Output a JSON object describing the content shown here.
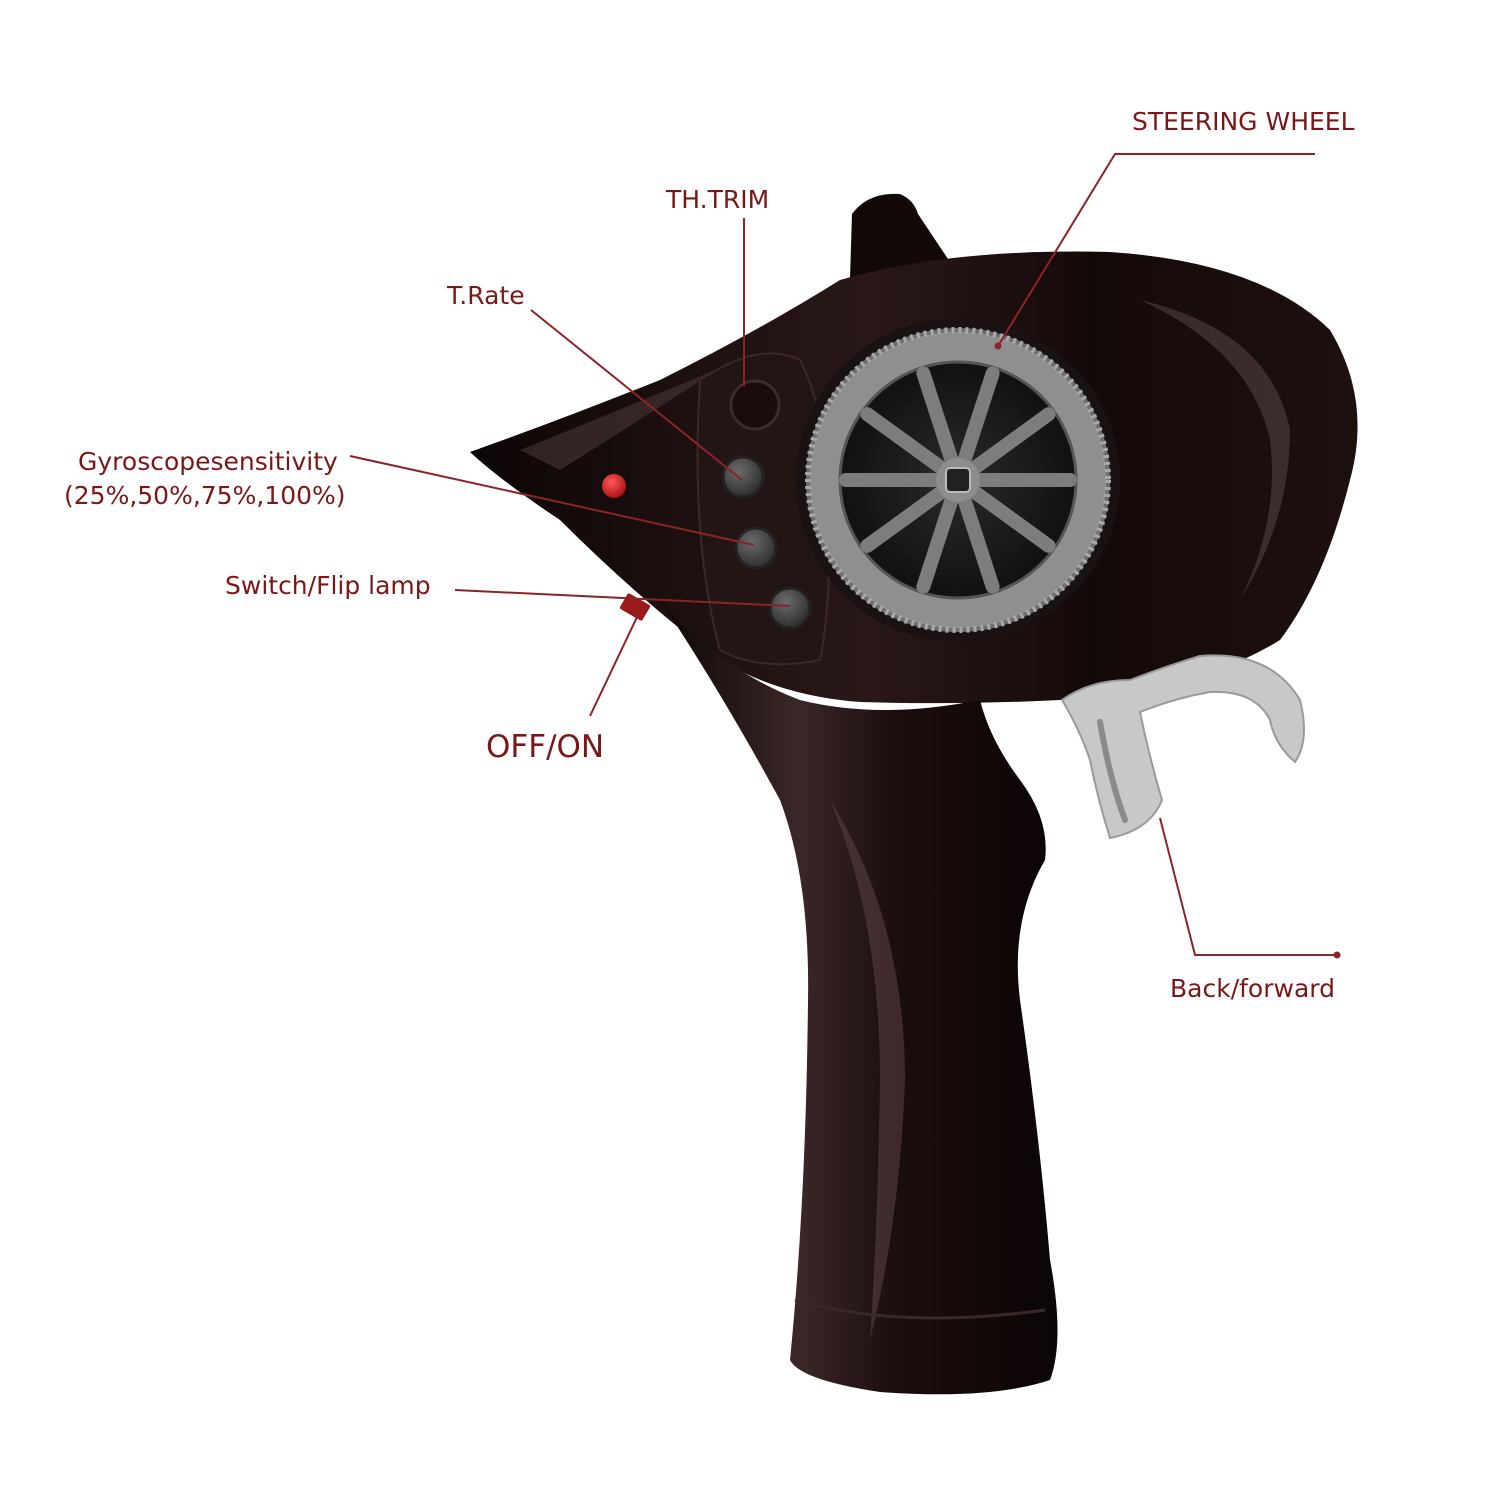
{
  "labels": {
    "steering_wheel": "STEERING WHEEL",
    "th_trim": "TH.TRIM",
    "t_rate": "T.Rate",
    "gyro_title": "Gyroscopesensitivity",
    "gyro_values": "(25%,50%,75%,100%)",
    "switch_flip_lamp": "Switch/Flip lamp",
    "off_on": "OFF/ON",
    "back_forward": "Back/forward"
  },
  "colors": {
    "label_text": "#7a1718",
    "leader_line": "#8b2426",
    "body_dark": "#1c0f0f",
    "body_highlight": "#4a3535",
    "wheel_grey": "#8c8c8c",
    "trigger_grey": "#c9c9c9",
    "led_red": "#d51f1f"
  }
}
